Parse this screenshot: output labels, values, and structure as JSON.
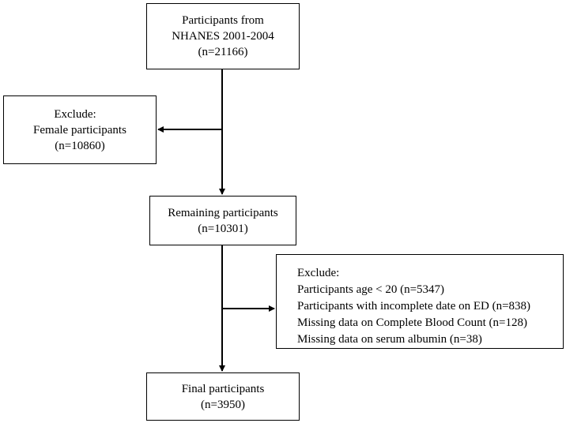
{
  "flowchart": {
    "participants": {
      "line1": "Participants from",
      "line2": "NHANES 2001-2004",
      "line3": "(n=21166)"
    },
    "exclude_1": {
      "line1": "Exclude:",
      "line2": "Female participants",
      "line3": "(n=10860)"
    },
    "remaining": {
      "line1": "Remaining participants",
      "line2": "(n=10301)"
    },
    "exclude_2": {
      "heading": "Exclude:",
      "items": [
        "Participants age < 20 (n=5347)",
        "Participants with incomplete date on ED (n=838)",
        "Missing data on Complete Blood Count (n=128)",
        "Missing data on serum albumin (n=38)"
      ]
    },
    "final": {
      "line1": "Final participants",
      "line2": "(n=3950)"
    }
  }
}
